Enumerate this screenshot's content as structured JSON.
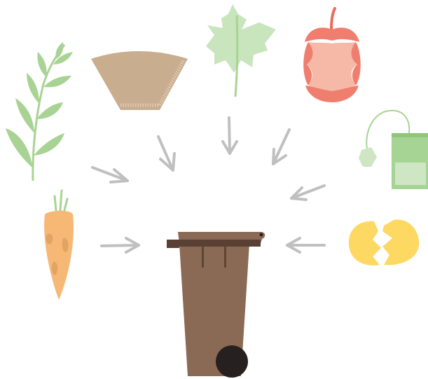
{
  "colors": {
    "background": "#ffffff",
    "arrow": "#c0c0c0",
    "bin_body": "#8b6a55",
    "bin_lid": "#6b4d3c",
    "bin_wheel": "#262020",
    "plant_green": "#a9d394",
    "leaf_green": "#c9e5bd",
    "filter_tan": "#c8ad8f",
    "apple_red": "#f07e6e",
    "apple_flesh": "#f7b9a7",
    "teabag_green": "#a6d495",
    "carrot_orange": "#f6b874",
    "egg_yellow": "#fdd862"
  },
  "items": [
    {
      "id": "plant-sprig",
      "icon": "plant-sprig-icon"
    },
    {
      "id": "coffee-filter",
      "icon": "coffee-filter-icon"
    },
    {
      "id": "leaf",
      "icon": "leaf-icon"
    },
    {
      "id": "apple-core",
      "icon": "apple-core-icon"
    },
    {
      "id": "tea-bag",
      "icon": "tea-bag-icon"
    },
    {
      "id": "carrot",
      "icon": "carrot-icon"
    },
    {
      "id": "eggshell",
      "icon": "eggshell-icon"
    }
  ],
  "target": {
    "id": "compost-bin",
    "icon": "compost-bin-icon"
  }
}
